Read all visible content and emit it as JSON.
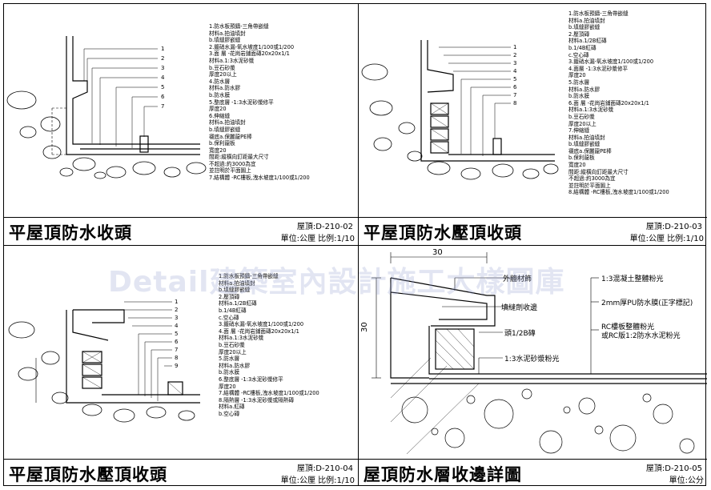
{
  "watermark": "Detail建築室內設計施工大樣圖庫",
  "panels": [
    {
      "title": "平屋頂防水收頭",
      "code": "屋頂:D-210-02",
      "scale": "單位:公厘 比例:1/10",
      "callouts": [
        "1",
        "2",
        "3",
        "4",
        "5",
        "6",
        "7"
      ],
      "notes": [
        "1.防水板預鑄-三角帶嵌縫",
        "  材料a.拍油填封",
        "  b.填縫膠嵌縫",
        "2.鍍硝水漏-氧水坡度1/100或1/200",
        "3.面 層 -花崗岩鋪面磚20x20x1/1",
        "  材料a.1:3水泥砂漿",
        "  b.豆石砂漿",
        "  厚度20以上",
        "4.防水層",
        "  材料a.防水膠",
        "  b.防水膜",
        "5.整底層 -1:3水泥砂漿修平",
        "  厚度20",
        "6.伸縮縫",
        "  材料a.拍油填封",
        "  b.填縫膠嵌縫",
        "  襯底a.保麗龍PE棒",
        "  b.保利龍板",
        "  寬度20",
        "  間距:縱橫向釘距最大尺寸",
        "  不超過:約3000為宜",
        "  並註明於平面圖上",
        "7.結構體 -RC樓板,洩水坡度1/100或1/200"
      ]
    },
    {
      "title": "平屋頂防水壓頂收頭",
      "code": "屋頂:D-210-03",
      "scale": "單位:公厘 比例:1/10",
      "callouts": [
        "1",
        "2",
        "3",
        "4",
        "5",
        "6",
        "7",
        "8"
      ],
      "notes": [
        "1.防水板預鑄-三角帶嵌縫",
        "  材料a.拍油填封",
        "  b.填縫膠嵌縫",
        "2.壓頂磚",
        "  材料a.1/2B紅磚",
        "  b.1/4B紅磚",
        "  c.空心磚",
        "3.鍍硝水漏-氧水坡度1/100或1/200",
        "4.面層 -1:3水泥砂漿修平",
        "  厚度20",
        "5.防水層",
        "  材料a.防水膠",
        "  b.防水膜",
        "6.面 層 -花崗岩鋪面磚20x20x1/1",
        "  材料a.1:3水泥砂漿",
        "  b.豆石砂漿",
        "  厚度20以上",
        "7.伸縮縫",
        "  材料a.拍油填封",
        "  b.填縫膠嵌縫",
        "  襯底a.保麗龍PE棒",
        "  b.保利龍板",
        "  寬度20",
        "  間距:縱橫向釘距最大尺寸",
        "  不超過:約3000為宜",
        "  並註明於平面圖上",
        "8.結構體 -RC樓板,洩水坡度1/100或1/200"
      ]
    },
    {
      "title": "平屋頂防水壓頂收頭",
      "code": "屋頂:D-210-04",
      "scale": "單位:公厘 比例:1/10",
      "callouts": [
        "1",
        "2",
        "3",
        "4",
        "5",
        "6",
        "7",
        "8",
        "9"
      ],
      "notes": [
        "1.防水板預鑄-三角帶嵌縫",
        "  材料a.拍油填封",
        "  b.填縫膠嵌縫",
        "2.壓頂磚",
        "  材料a.1/2B紅磚",
        "  b.1/4B紅磚",
        "  c.空心磚",
        "3.鍍硝水漏-氧水坡度1/100或1/200",
        "4.面 層 -花崗岩鋪面磚20x20x1/1",
        "  材料a.1:3水泥砂漿",
        "  b.豆石砂漿",
        "  厚度20以上",
        "5.防水層",
        "  材料a.防水膠",
        "  b.防水膜",
        "6.整底層 -1:3水泥砂漿修平",
        "  厚度20",
        "7.結構體 -RC樓板,洩水坡度1/100或1/200",
        "8.隔熱層 -1:3水泥砂漿或隔熱磚",
        "  材料a.紅磚",
        "  b.空心磚"
      ]
    },
    {
      "title": "屋頂防水層收邊詳圖",
      "code": "屋頂:D-210-05",
      "scale": "單位:公分",
      "dim_top": "30",
      "dim_left": "30",
      "labels": {
        "a": "外牆材飾",
        "b": "填縫劑收邊",
        "c": "頭1/2B磚",
        "d": "1:3水泥砂漿粉光",
        "e": "1:3混凝土整體粉光",
        "f": "2mm厚PU防水膜(正字標記)",
        "g": "RC樓板整體粉光",
        "h": "或RC版1:2防水水泥粉光"
      }
    }
  ]
}
